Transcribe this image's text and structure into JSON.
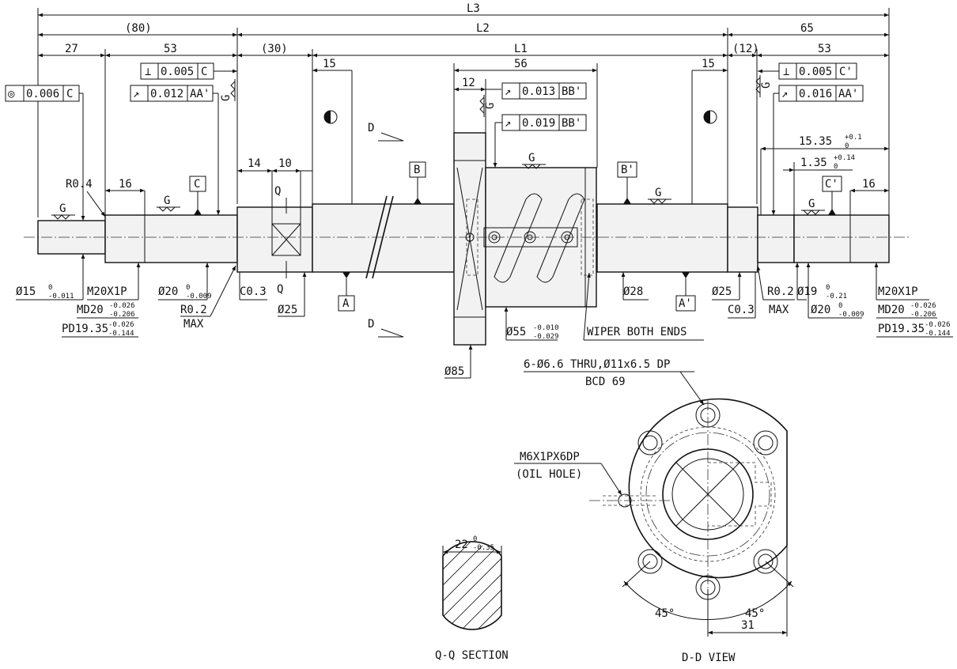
{
  "overall": {
    "l3": "L3",
    "l2": "L2",
    "l1": "L1",
    "d80": "(80)",
    "d65": "65"
  },
  "left_end": {
    "d27": "27",
    "d53": "53",
    "d30": "(30)",
    "d16": "16",
    "d14": "14",
    "d10": "10",
    "d15": "15",
    "r04": "R0.4",
    "r02": "R0.2",
    "max": "MAX",
    "c03": "C0.3",
    "dia15": "Ø15",
    "dia15_tol_up": "0",
    "dia15_tol_lo": "-0.011",
    "dia20": "Ø20",
    "dia20_tol_up": "0",
    "dia20_tol_lo": "-0.009",
    "dia25": "Ø25",
    "thread": "M20X1P",
    "md": "MD20",
    "md_tol_up": "-0.026",
    "md_tol_lo": "-0.206",
    "pd": "PD19.35",
    "pd_tol_up": "-0.026",
    "pd_tol_lo": "-0.144",
    "conc_val": "0.006",
    "conc_ref": "C",
    "perp_val": "0.005",
    "perp_ref": "C",
    "run_val": "0.012",
    "run_ref": "AA'",
    "datum_c": "C",
    "datum_a": "A"
  },
  "nut": {
    "d56": "56",
    "d12": "12",
    "run1_val": "0.013",
    "run1_ref": "BB'",
    "run2_val": "0.019",
    "run2_ref": "BB'",
    "dia55": "Ø55",
    "dia55_tol_up": "-0.010",
    "dia55_tol_lo": "-0.029",
    "dia85": "Ø85",
    "wiper": "WIPER BOTH ENDS",
    "datum_b": "B",
    "datum_b2": "B'",
    "section_d": "D"
  },
  "right_end": {
    "d12": "(12)",
    "d53": "53",
    "d15": "15",
    "d16": "16",
    "d1535": "15.35",
    "d1535_up": "+0.1",
    "d1535_lo": "0",
    "d135": "1.35",
    "d135_up": "+0.14",
    "d135_lo": "0",
    "perp_val": "0.005",
    "perp_ref": "C'",
    "run_val": "0.016",
    "run_ref": "AA'",
    "dia28": "Ø28",
    "dia25": "Ø25",
    "c03": "C0.3",
    "r02": "R0.2",
    "max": "MAX",
    "dia19": "Ø19",
    "dia19_up": "0",
    "dia19_lo": "-0.21",
    "dia20": "Ø20",
    "dia20_up": "0",
    "dia20_lo": "-0.009",
    "thread": "M20X1P",
    "md": "MD20",
    "md_tol_up": "-0.026",
    "md_tol_lo": "-0.206",
    "pd": "PD19.35",
    "pd_tol_up": "-0.026",
    "pd_tol_lo": "-0.144",
    "datum_a2": "A'",
    "datum_c2": "C'"
  },
  "surface": {
    "g": "G"
  },
  "section_q": {
    "q": "Q",
    "d22": "22",
    "d22_up": "0",
    "d22_lo": "-0.35",
    "caption": "Q-Q SECTION"
  },
  "view_d": {
    "holes_note": "6-Ø6.6 THRU,Ø11x6.5 DP",
    "bcd": "BCD 69",
    "oil1": "M6X1PX6DP",
    "oil2": "(OIL HOLE)",
    "angle1": "45°",
    "angle2": "45°",
    "d31": "31",
    "caption": "D-D VIEW"
  },
  "symbols": {
    "perp": "⊥",
    "runout": "↗",
    "concentric": "◎"
  }
}
